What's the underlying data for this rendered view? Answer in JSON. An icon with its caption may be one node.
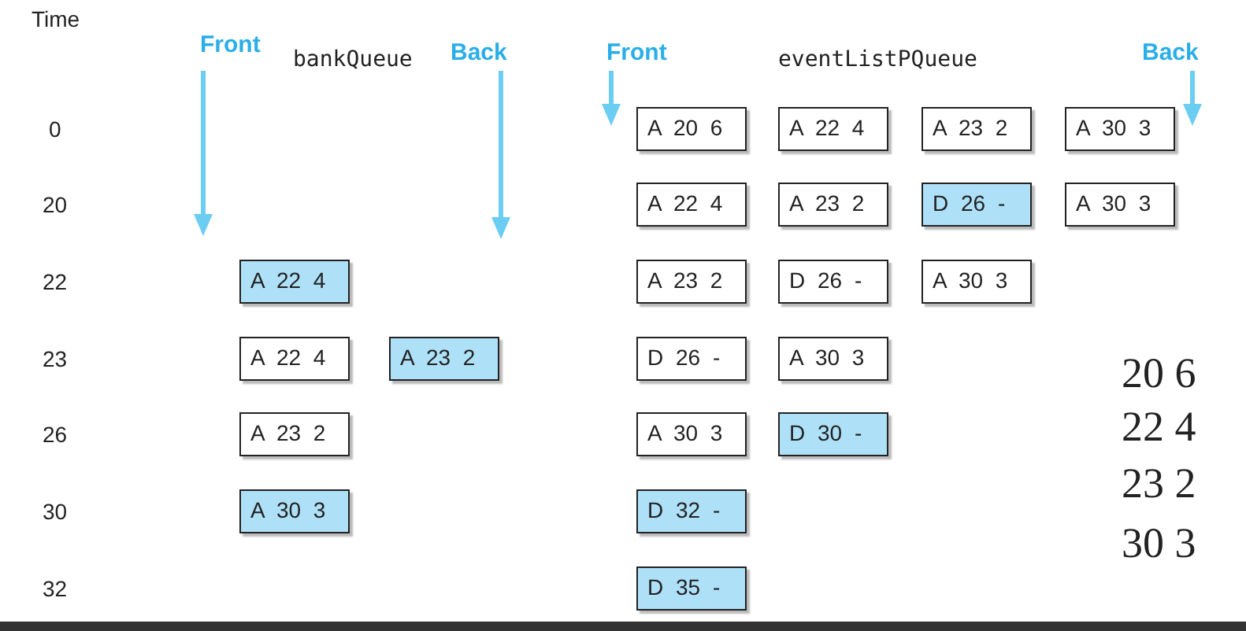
{
  "diagram": {
    "nodes": [
      {
        "text": [
          "A 20 6"
        ]
      },
      {
        "text": [
          "A 22 4"
        ]
      },
      {
        "text": [
          "A 23 2"
        ]
      },
      {
        "text": [
          "A 30 3"
        ]
      },
      {
        "text": [
          "A 22 4"
        ]
      },
      {
        "text": [
          "A 23 2"
        ]
      },
      {
        "text": [
          "D 26 -"
        ]
      },
      {
        "text": [
          "A 30 3"
        ]
      },
      {
        "text": [
          "A 22 4"
        ]
      },
      {
        "text": [
          "A 23 2"
        ]
      },
      {
        "text": [
          "D 26 -"
        ]
      },
      {
        "text": [
          "A 30 3"
        ]
      },
      {
        "text": [
          "A 22 4"
        ]
      },
      {
        "text": [
          "A 23 2"
        ]
      },
      {
        "text": [
          "D 26 -"
        ]
      },
      {
        "text": [
          "A 30 3"
        ]
      },
      {
        "text": [
          "A 23 2"
        ]
      },
      {
        "text": [
          "A 30 3"
        ]
      },
      {
        "text": [
          "D 30 -"
        ]
      },
      {
        "text": [
          "A 30 3"
        ]
      },
      {
        "text": [
          "D 32 -"
        ]
      },
      {
        "text": [
          "D 35 -"
        ]
      }
    ],
    "edges": [],
    "labels": [
      "Time",
      "Front",
      "bankQueue",
      "Back",
      "Front",
      "eventListPQueue",
      "Back",
      "0",
      "20",
      "22",
      "23",
      "26",
      "30",
      "32",
      "20 6",
      "22 4",
      "23 2",
      "30 3"
    ]
  }
}
